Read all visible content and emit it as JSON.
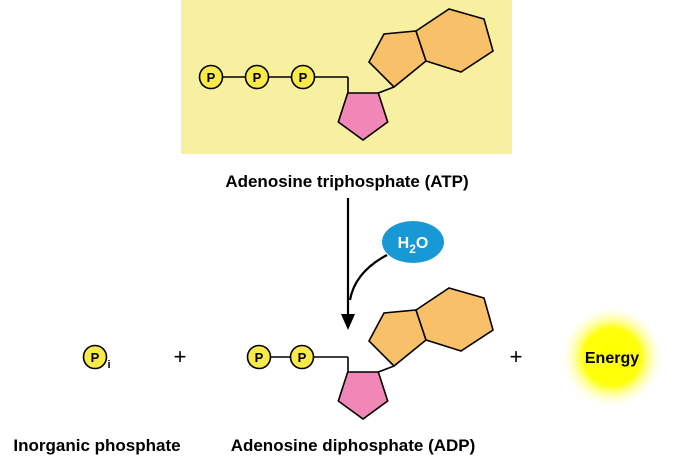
{
  "colors": {
    "background": "#ffffff",
    "atp_box": "#f6f0a0",
    "phosphate": "#f9ea4b",
    "ribose": "#f087b6",
    "adenine": "#f8c069",
    "water": "#1899d6",
    "water_text": "#ffffff",
    "energy_core": "#ffff00",
    "energy_edge": "#ffffff"
  },
  "labels": {
    "atp": "Adenosine triphosphate (ATP)",
    "adp": "Adenosine diphosphate (ADP)",
    "inorganic_phosphate": "Inorganic phosphate",
    "energy": "Energy",
    "plus": "+",
    "phosphate_symbol": "P",
    "inorganic_subscript": "i",
    "water_h": "H",
    "water_2": "2",
    "water_o": "O"
  }
}
